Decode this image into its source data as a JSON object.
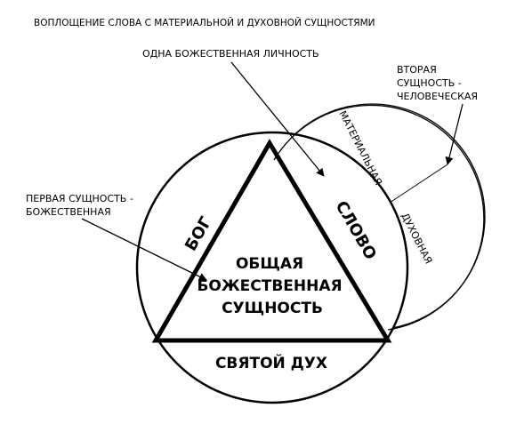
{
  "title": "ВОПЛОЩЕНИЕ СЛОВА С МАТЕРИАЛЬНОЙ И ДУХОВНОЙ СУЩНОСТЯМИ",
  "labels": {
    "one_person": "ОДНА БОЖЕСТВЕННАЯ ЛИЧНОСТЬ",
    "second_essence": [
      "ВТОРАЯ",
      "СУЩНОСТЬ -",
      "ЧЕЛОВЕЧЕСКАЯ"
    ],
    "first_essence": [
      "ПЕРВАЯ СУЩНОСТЬ -",
      "БОЖЕСТВЕННАЯ"
    ],
    "material": "МАТЕРИАЛЬНАЯ",
    "spiritual": "ДУХОВНАЯ",
    "god": "БОГ",
    "word": "СЛОВО",
    "holy_spirit": "СВЯТОЙ ДУХ",
    "common_essence": [
      "ОБЩАЯ",
      "БОЖЕСТВЕННАЯ",
      "СУЩНОСТЬ"
    ]
  },
  "colors": {
    "ink": "#000000",
    "paper": "#ffffff"
  }
}
